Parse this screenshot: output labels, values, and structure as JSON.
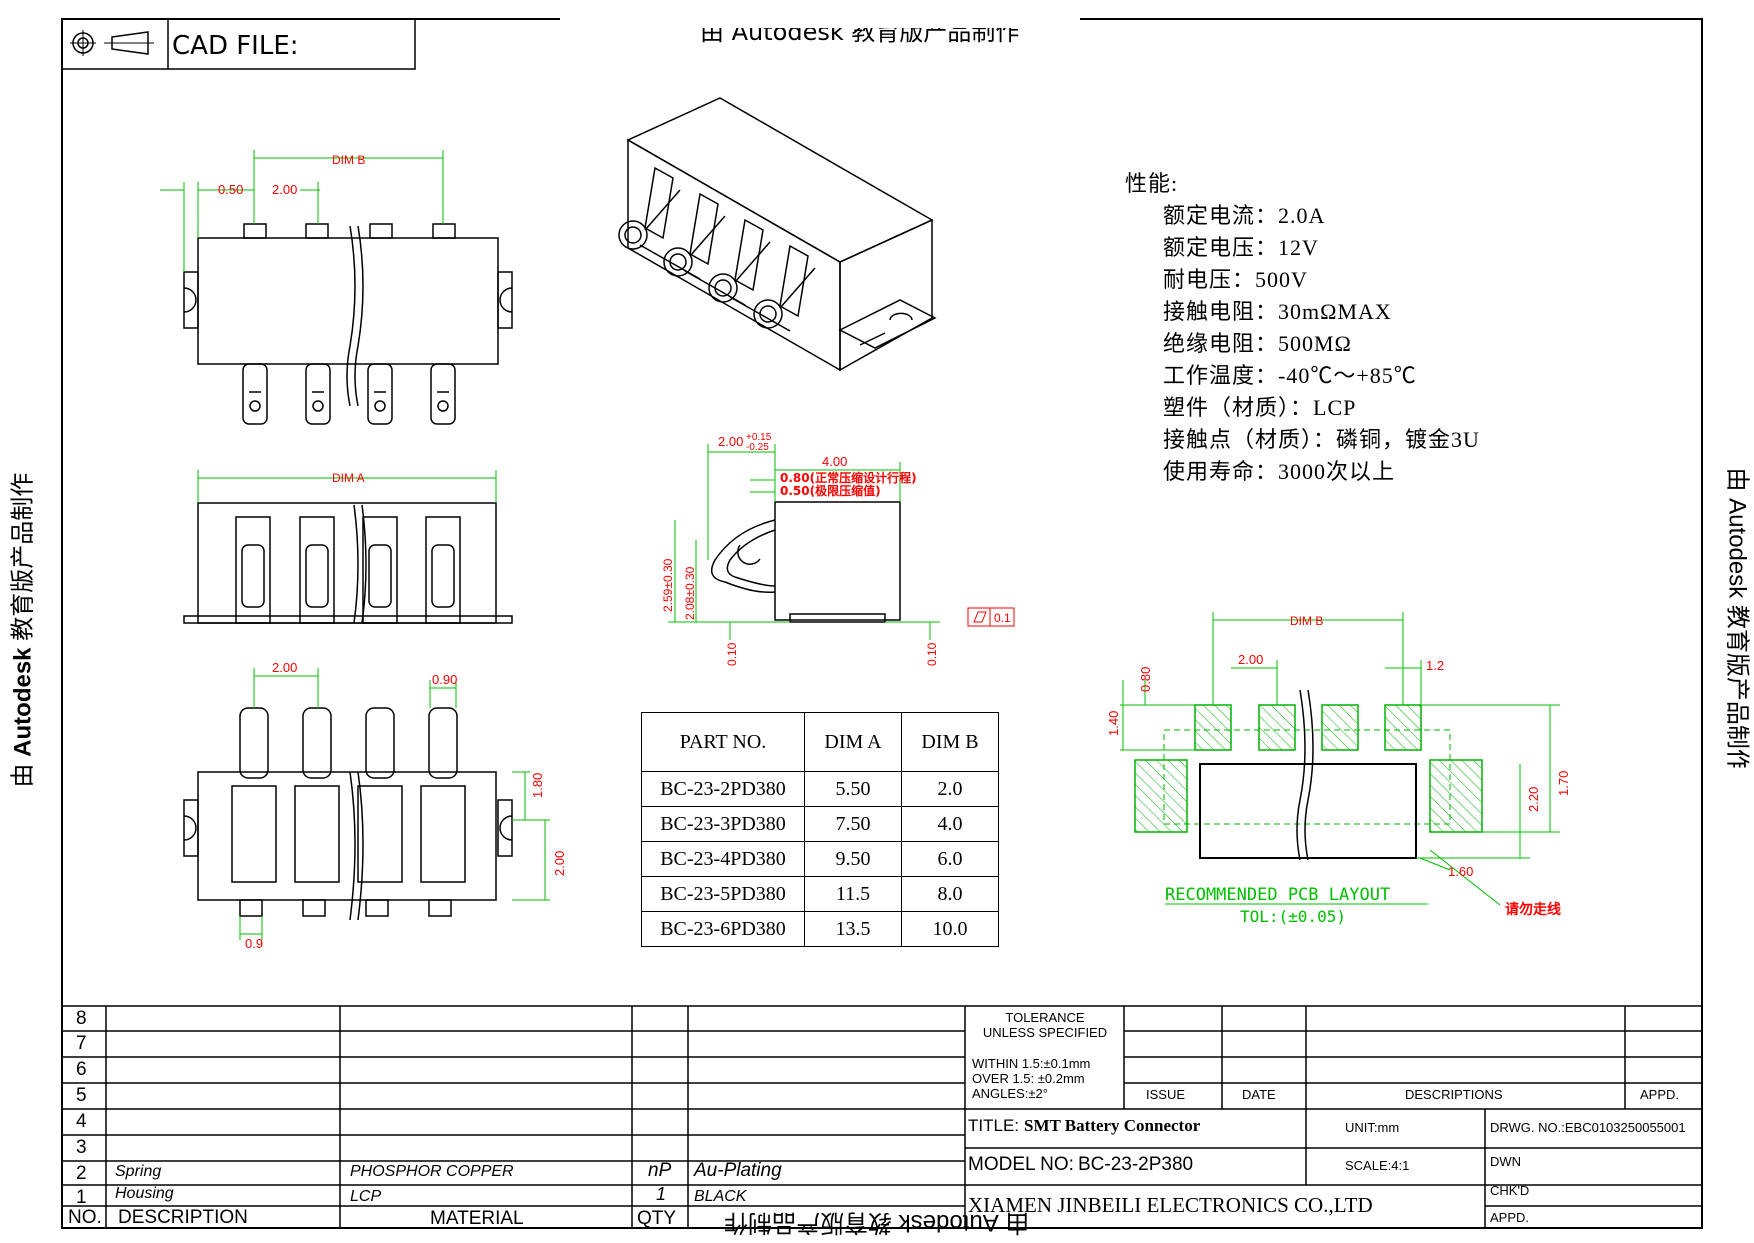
{
  "header": {
    "cad_file_label": "CAD FILE:"
  },
  "watermark": {
    "top": "由 Autodesk 教育版产品制作",
    "left_prefix": "由",
    "left_brand": "Autodesk",
    "left_suffix": "教育版产品制作",
    "bottom": "由 Autodesk 教育版产品制作",
    "right": "由 Autodesk 教育版产品制作"
  },
  "dims": {
    "top_view": {
      "dim_b": "DIM B",
      "d050": "0.50",
      "d200": "2.00"
    },
    "side_view": {
      "dim_a": "DIM A"
    },
    "bottom_view": {
      "d200": "2.00",
      "d090": "0.90",
      "d180": "1.80",
      "d200v": "2.00",
      "d09": "0.9"
    },
    "profile": {
      "d200": "2.00",
      "tol_up": "+0.15",
      "tol_dn": "-0.25",
      "d400": "4.00",
      "d080": "0.80(正常压缩设计行程)",
      "d050": "0.50(极限压缩值)",
      "d259": "2.59±0.30",
      "d208": "2.08±0.30",
      "d010a": "0.10",
      "d010b": "0.10",
      "flat": "0.1"
    },
    "pcb": {
      "dim_b": "DIM B",
      "d200": "2.00",
      "d12": "1.2",
      "d080": "0.80",
      "d140": "1.40",
      "d220": "2.20",
      "d170": "1.70",
      "d160": "1.60",
      "title": "RECOMMENDED PCB LAYOUT",
      "tol": "TOL:(±0.05)",
      "note": "请勿走线"
    }
  },
  "specs": {
    "heading": "性能:",
    "rows": [
      "额定电流：2.0A",
      "额定电压：12V",
      "耐电压：500V",
      "接触电阻：30mΩMAX",
      "绝缘电阻：500MΩ",
      "工作温度：-40℃～+85℃",
      "塑件（材质）：LCP",
      "接触点（材质）：磷铜，镀金3U",
      "使用寿命：3000次以上"
    ]
  },
  "part_table": {
    "headers": [
      "PART NO.",
      "DIM A",
      "DIM B"
    ],
    "rows": [
      [
        "BC-23-2PD380",
        "5.50",
        "2.0"
      ],
      [
        "BC-23-3PD380",
        "7.50",
        "4.0"
      ],
      [
        "BC-23-4PD380",
        "9.50",
        "6.0"
      ],
      [
        "BC-23-5PD380",
        "11.5",
        "8.0"
      ],
      [
        "BC-23-6PD380",
        "13.5",
        "10.0"
      ]
    ]
  },
  "bom": {
    "row_numbers": [
      "8",
      "7",
      "6",
      "5",
      "4",
      "3",
      "2",
      "1"
    ],
    "items": [
      {
        "no": "2",
        "description": "Spring",
        "material": "PHOSPHOR COPPER",
        "qty": "nP",
        "finish": "Au-Plating"
      },
      {
        "no": "1",
        "description": "Housing",
        "material": "LCP",
        "qty": "1",
        "finish": "BLACK"
      }
    ],
    "header": {
      "no": "NO.",
      "description": "DESCRIPTION",
      "material": "MATERIAL",
      "qty": "QTY"
    }
  },
  "title_block": {
    "tolerance_title1": "TOLERANCE",
    "tolerance_title2": "UNLESS SPECIFIED",
    "tol1": "WITHIN 1.5:±0.1mm",
    "tol2": "OVER 1.5:  ±0.2mm",
    "tol3": "ANGLES:±2°",
    "issue": "ISSUE",
    "date": "DATE",
    "descriptions": "DESCRIPTIONS",
    "appd": "APPD.",
    "title_label": "TITLE:",
    "title_value": "SMT Battery Connector",
    "unit": "UNIT:mm",
    "drwg_no": "DRWG. NO.:EBC0103250055001",
    "model_label": "MODEL NO:",
    "model_value": "BC-23-2P380",
    "scale": "SCALE:4:1",
    "dwn": "DWN",
    "chkd": "CHK'D",
    "appd2": "APPD.",
    "company": "XIAMEN JINBEILI ELECTRONICS CO.,LTD"
  },
  "colors": {
    "dimension": "#ff0000",
    "pcb": "#00b400",
    "line": "#000000"
  }
}
